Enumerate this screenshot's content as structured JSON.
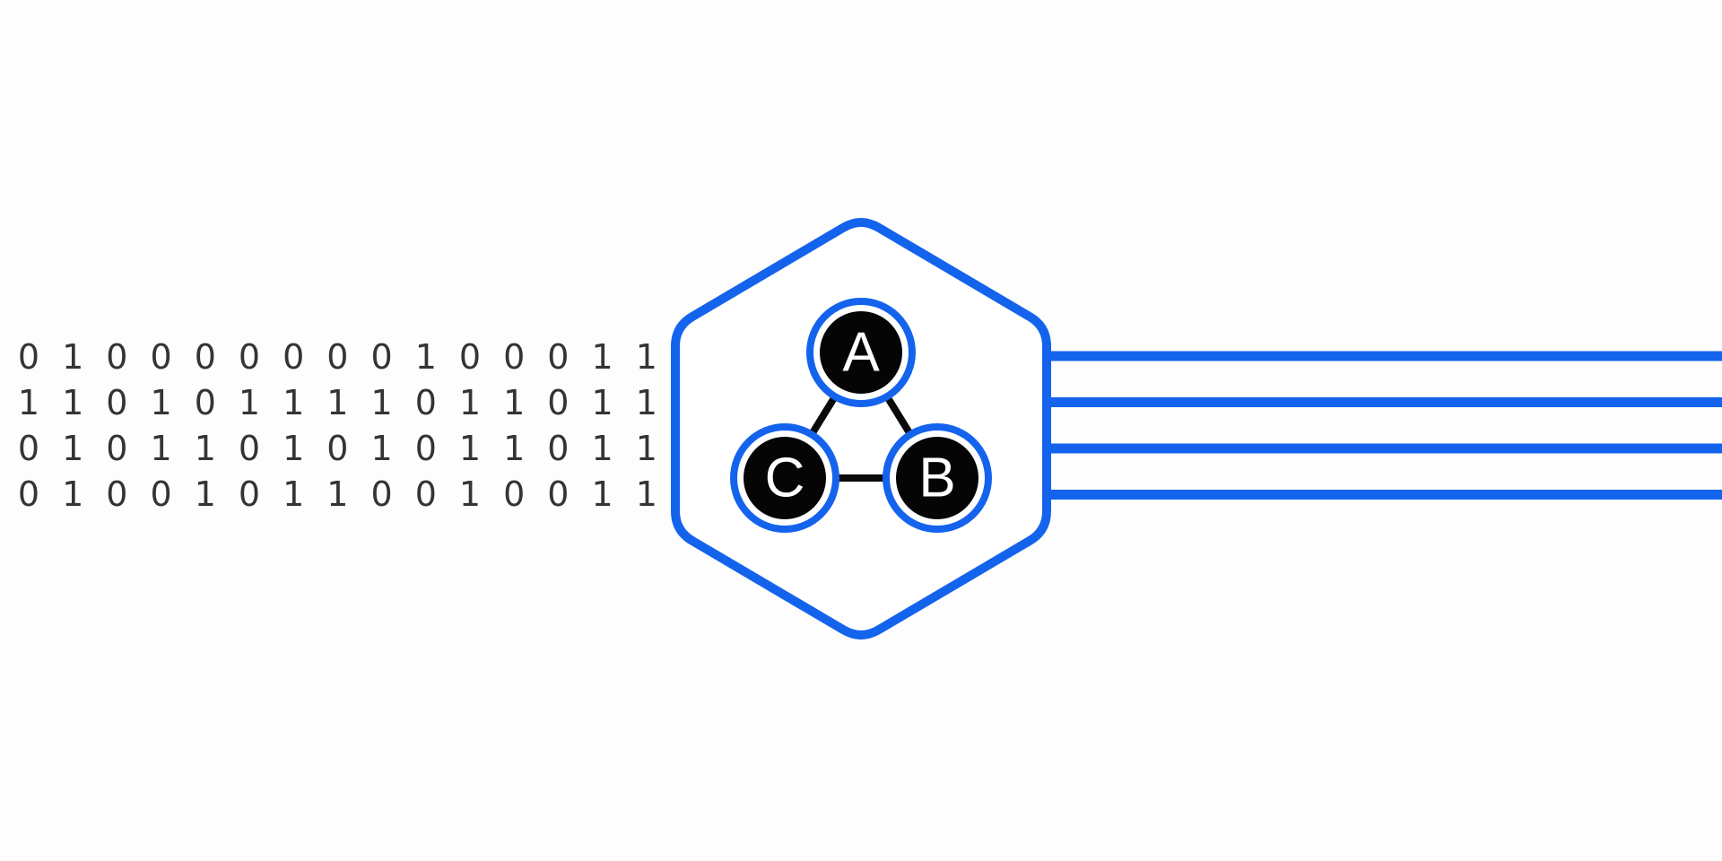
{
  "binary_rows": [
    "010000000100011",
    "110101111011011",
    "010110101011011",
    "010010110010011"
  ],
  "nodes": [
    {
      "label": "A"
    },
    {
      "label": "B"
    },
    {
      "label": "C"
    }
  ],
  "output_line_count": 4,
  "colors": {
    "accent": "#1463ed",
    "node_fill": "#050505",
    "edge": "#0a0a0a",
    "bits": "#333338",
    "background": "#fdfdfd"
  }
}
